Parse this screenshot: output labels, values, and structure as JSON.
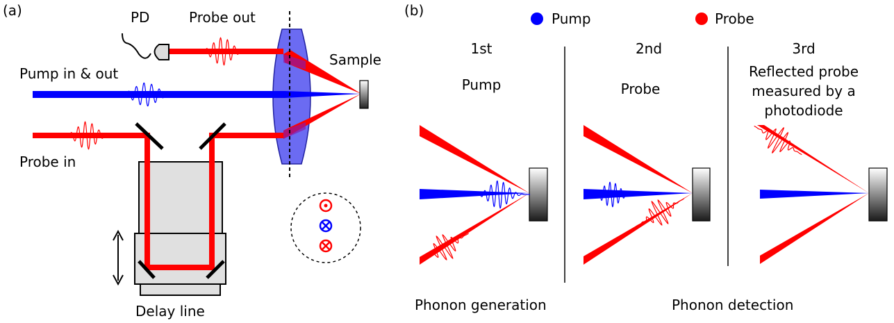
{
  "colors": {
    "pump": "#0000ff",
    "probe": "#ff0000",
    "lens": "#6b6bf2",
    "lens_stroke": "#2020a0",
    "stage": "#e0e0e0"
  },
  "panel_a": {
    "label": "(a)",
    "pd": "PD",
    "probe_out": "Probe out",
    "pump_in_out": "Pump in & out",
    "sample": "Sample",
    "probe_in": "Probe in",
    "delay_line": "Delay  line"
  },
  "panel_b": {
    "label": "(b)",
    "legend": [
      {
        "name": "Pump",
        "color": "#0000ff"
      },
      {
        "name": "Probe",
        "color": "#ff0000"
      }
    ],
    "steps": [
      {
        "number": "1st",
        "title": "Pump"
      },
      {
        "number": "2nd",
        "title": "Probe"
      },
      {
        "number": "3rd",
        "title_lines": [
          "Reflected probe",
          "measured by a",
          "photodiode"
        ]
      }
    ],
    "phonon_generation": "Phonon generation",
    "phonon_detection": "Phonon detection"
  }
}
